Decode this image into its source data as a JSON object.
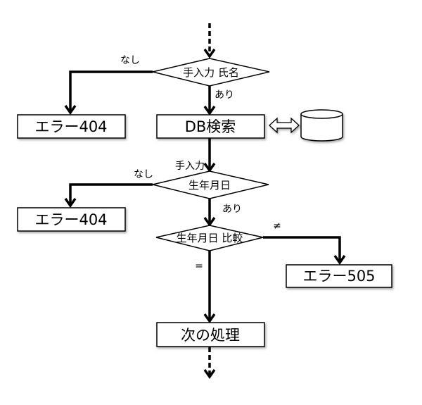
{
  "diagram": {
    "title": "",
    "colors": {
      "stroke": "#000000",
      "fill": "#ffffff",
      "shadow": "#bbbbbb"
    },
    "nodes": {
      "decision_name": {
        "label": "手入力 氏名",
        "shape": "diamond"
      },
      "error404_a": {
        "label": "エラー404",
        "shape": "process"
      },
      "db_search": {
        "label": "DB検索",
        "shape": "process"
      },
      "database": {
        "label": "",
        "shape": "cylinder"
      },
      "decision_birthdate": {
        "label": "生年月日",
        "shape": "diamond"
      },
      "error404_b": {
        "label": "エラー404",
        "shape": "process"
      },
      "decision_compare": {
        "label": "生年月日 比較",
        "shape": "diamond"
      },
      "error505": {
        "label": "エラー505",
        "shape": "process"
      },
      "next_process": {
        "label": "次の処理",
        "shape": "process"
      }
    },
    "edge_labels": {
      "name_none": "なし",
      "name_exists": "あり",
      "birthdate_input": "手入力",
      "birthdate_none": "なし",
      "birthdate_exists": "あり",
      "compare_not_equal": "≠",
      "compare_equal": "="
    },
    "edges": [
      {
        "from": "start",
        "to": "decision_name",
        "style": "dashed"
      },
      {
        "from": "decision_name",
        "to": "error404_a",
        "label": "なし"
      },
      {
        "from": "decision_name",
        "to": "db_search",
        "label": "あり"
      },
      {
        "from": "db_search",
        "to": "database",
        "style": "bidirectional"
      },
      {
        "from": "db_search",
        "to": "decision_birthdate",
        "label": "手入力"
      },
      {
        "from": "decision_birthdate",
        "to": "error404_b",
        "label": "なし"
      },
      {
        "from": "decision_birthdate",
        "to": "decision_compare",
        "label": "あり"
      },
      {
        "from": "decision_compare",
        "to": "error505",
        "label": "≠"
      },
      {
        "from": "decision_compare",
        "to": "next_process",
        "label": "="
      },
      {
        "from": "next_process",
        "to": "end",
        "style": "dashed"
      }
    ]
  }
}
